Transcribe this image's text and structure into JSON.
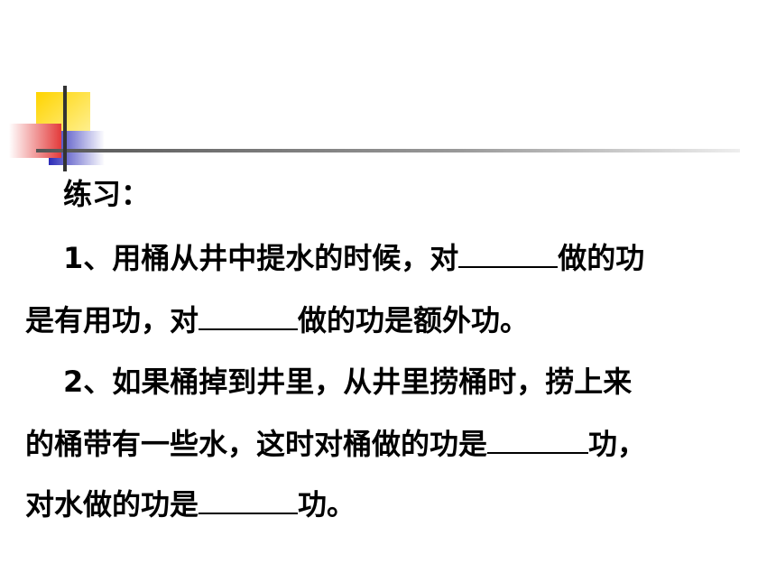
{
  "heading": "练习：",
  "q1": {
    "line1_a": "1、用桶从井中提水的时候，对",
    "line1_b": "做的功",
    "line2_a": "是有用功，对",
    "line2_b": "做的功是额外功。"
  },
  "q2": {
    "line1": "2、如果桶掉到井里，从井里捞桶时，捞上来",
    "line2_a": "的桶带有一些水，这时对桶做的功是",
    "line2_b": "功，",
    "line3_a": "对水做的功是",
    "line3_b": "功。"
  },
  "colors": {
    "yellow": "#FFD700",
    "blue": "#3333CC",
    "red": "#E84B4B",
    "rule": "#666666"
  }
}
